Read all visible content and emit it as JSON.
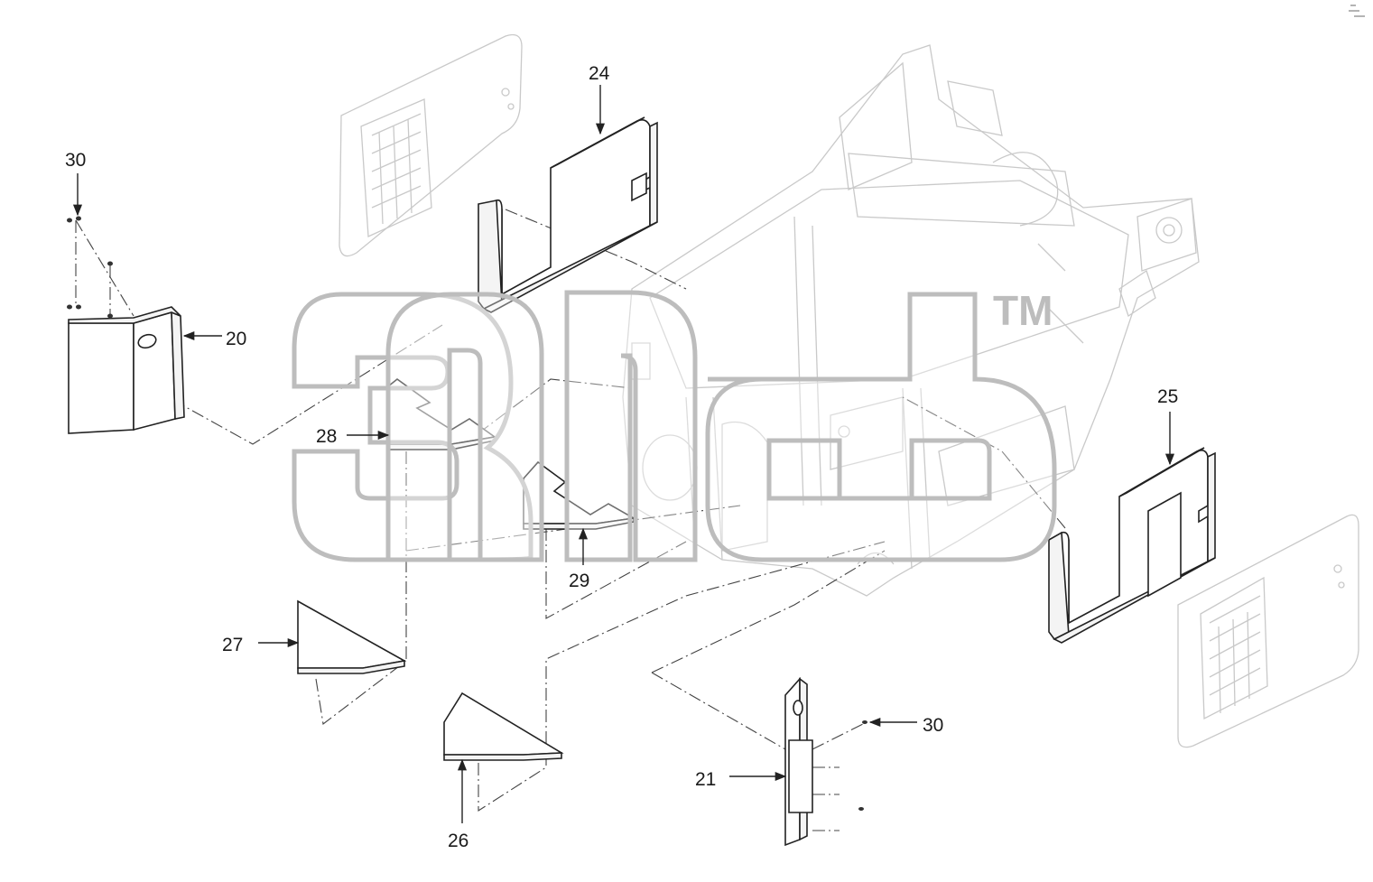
{
  "diagram": {
    "callouts": {
      "c20": "20",
      "c21": "21",
      "c24": "24",
      "c25": "25",
      "c26": "26",
      "c27": "27",
      "c28": "28",
      "c29": "29",
      "c30_left": "30",
      "c30_right": "30"
    },
    "watermark": {
      "trademark": "TM"
    },
    "colors": {
      "line": "#222222",
      "ghost": "#c9c9c9",
      "watermark": "#bdbdbd"
    }
  }
}
